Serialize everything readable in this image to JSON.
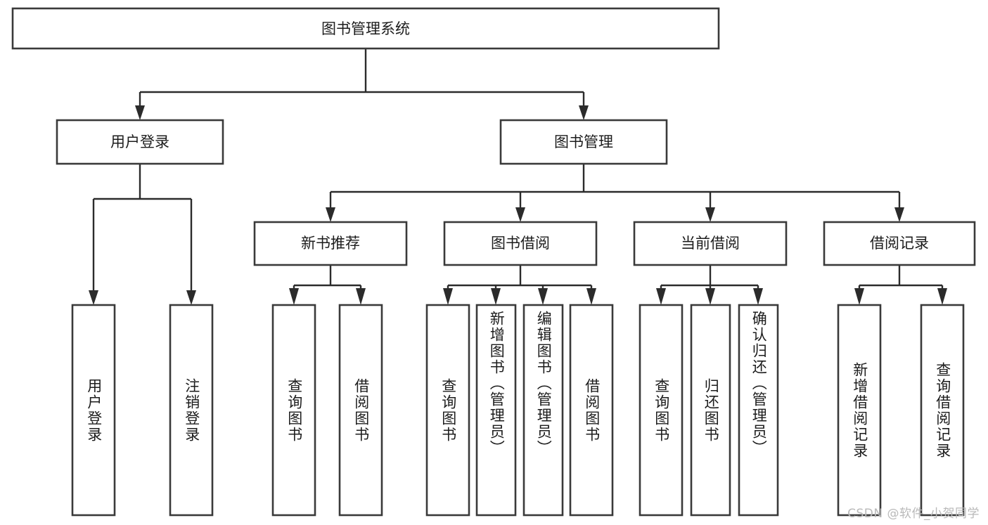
{
  "diagram": {
    "type": "tree-hierarchy",
    "title": "图书管理系统",
    "watermark": "CSDN @软件_小贺同学",
    "colors": {
      "background": "#ffffff",
      "box_stroke": "#3a3a3a",
      "connector": "#2b2b2b",
      "text": "#1c1c1c",
      "watermark": "#b9b9b9"
    },
    "levels": {
      "root": {
        "label": "图书管理系统",
        "orientation": "horizontal"
      },
      "level2": [
        {
          "id": "user-login",
          "label": "用户登录",
          "orientation": "horizontal"
        },
        {
          "id": "book-manage",
          "label": "图书管理",
          "orientation": "horizontal"
        }
      ],
      "level3": [
        {
          "id": "new-book-recommend",
          "label": "新书推荐",
          "orientation": "horizontal",
          "parent": "book-manage"
        },
        {
          "id": "book-borrow",
          "label": "图书借阅",
          "orientation": "horizontal",
          "parent": "book-manage"
        },
        {
          "id": "current-borrow",
          "label": "当前借阅",
          "orientation": "horizontal",
          "parent": "book-manage"
        },
        {
          "id": "borrow-record",
          "label": "借阅记录",
          "orientation": "horizontal",
          "parent": "book-manage"
        }
      ],
      "leaves": [
        {
          "id": "leaf-user-login",
          "label": "用户登录",
          "parent": "user-login",
          "orientation": "vertical"
        },
        {
          "id": "leaf-user-logout",
          "label": "注销登录",
          "parent": "user-login",
          "orientation": "vertical"
        },
        {
          "id": "leaf-query-book-1",
          "label": "查询图书",
          "parent": "new-book-recommend",
          "orientation": "vertical"
        },
        {
          "id": "leaf-borrow-book-1",
          "label": "借阅图书",
          "parent": "new-book-recommend",
          "orientation": "vertical"
        },
        {
          "id": "leaf-query-book-2",
          "label": "查询图书",
          "parent": "book-borrow",
          "orientation": "vertical"
        },
        {
          "id": "leaf-add-book",
          "label": "新增图书（管理员）",
          "parent": "book-borrow",
          "orientation": "vertical"
        },
        {
          "id": "leaf-edit-book",
          "label": "编辑图书（管理员）",
          "parent": "book-borrow",
          "orientation": "vertical"
        },
        {
          "id": "leaf-borrow-book-2",
          "label": "借阅图书",
          "parent": "book-borrow",
          "orientation": "vertical"
        },
        {
          "id": "leaf-query-book-3",
          "label": "查询图书",
          "parent": "current-borrow",
          "orientation": "vertical"
        },
        {
          "id": "leaf-return-book",
          "label": "归还图书",
          "parent": "current-borrow",
          "orientation": "vertical"
        },
        {
          "id": "leaf-confirm-return",
          "label": "确认归还（管理员）",
          "parent": "current-borrow",
          "orientation": "vertical"
        },
        {
          "id": "leaf-add-record",
          "label": "新增借阅记录",
          "parent": "borrow-record",
          "orientation": "vertical"
        },
        {
          "id": "leaf-query-record",
          "label": "查询借阅记录",
          "parent": "borrow-record",
          "orientation": "vertical"
        }
      ]
    }
  }
}
